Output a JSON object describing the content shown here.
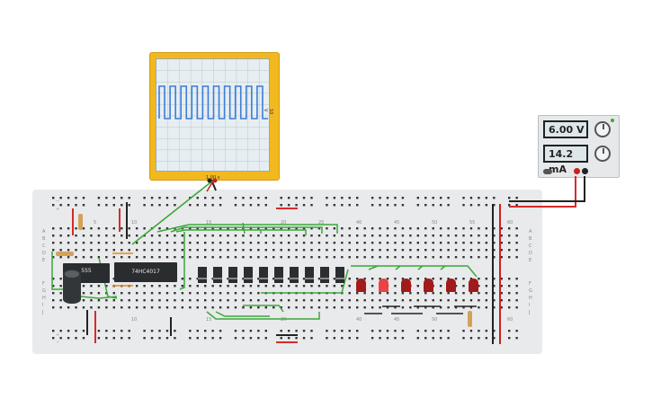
{
  "oscilloscope": {
    "time_label": "1.00 s",
    "volt_label": "10 V",
    "waveform_color": "#3b7dd8",
    "cycles": 10
  },
  "power_supply": {
    "voltage": "6.00 V",
    "current": "14.2 mA"
  },
  "chips": {
    "timer_label": "555",
    "counter_label": "74HC4017"
  },
  "breadboard": {
    "columns_top": [
      "5",
      "10",
      "15",
      "20",
      "25",
      "40",
      "45",
      "50",
      "55",
      "60"
    ],
    "columns_bottom": [
      "10",
      "15",
      "20",
      "40",
      "45",
      "50",
      "60"
    ],
    "rows_left_top": [
      "A",
      "B",
      "C",
      "D",
      "E"
    ],
    "rows_left_bottom": [
      "F",
      "G",
      "H",
      "I",
      "J"
    ],
    "rows_right_top": [
      "A",
      "B",
      "C",
      "D",
      "E"
    ],
    "rows_right_bottom": [
      "F",
      "G",
      "H",
      "I",
      "J"
    ]
  },
  "leds": {
    "count": 6,
    "lit_index": 1
  },
  "colors": {
    "wire_green": "#3aa83a",
    "wire_red": "#d62b2b",
    "wire_black": "#222222",
    "scope_frame": "#f2b81f"
  }
}
